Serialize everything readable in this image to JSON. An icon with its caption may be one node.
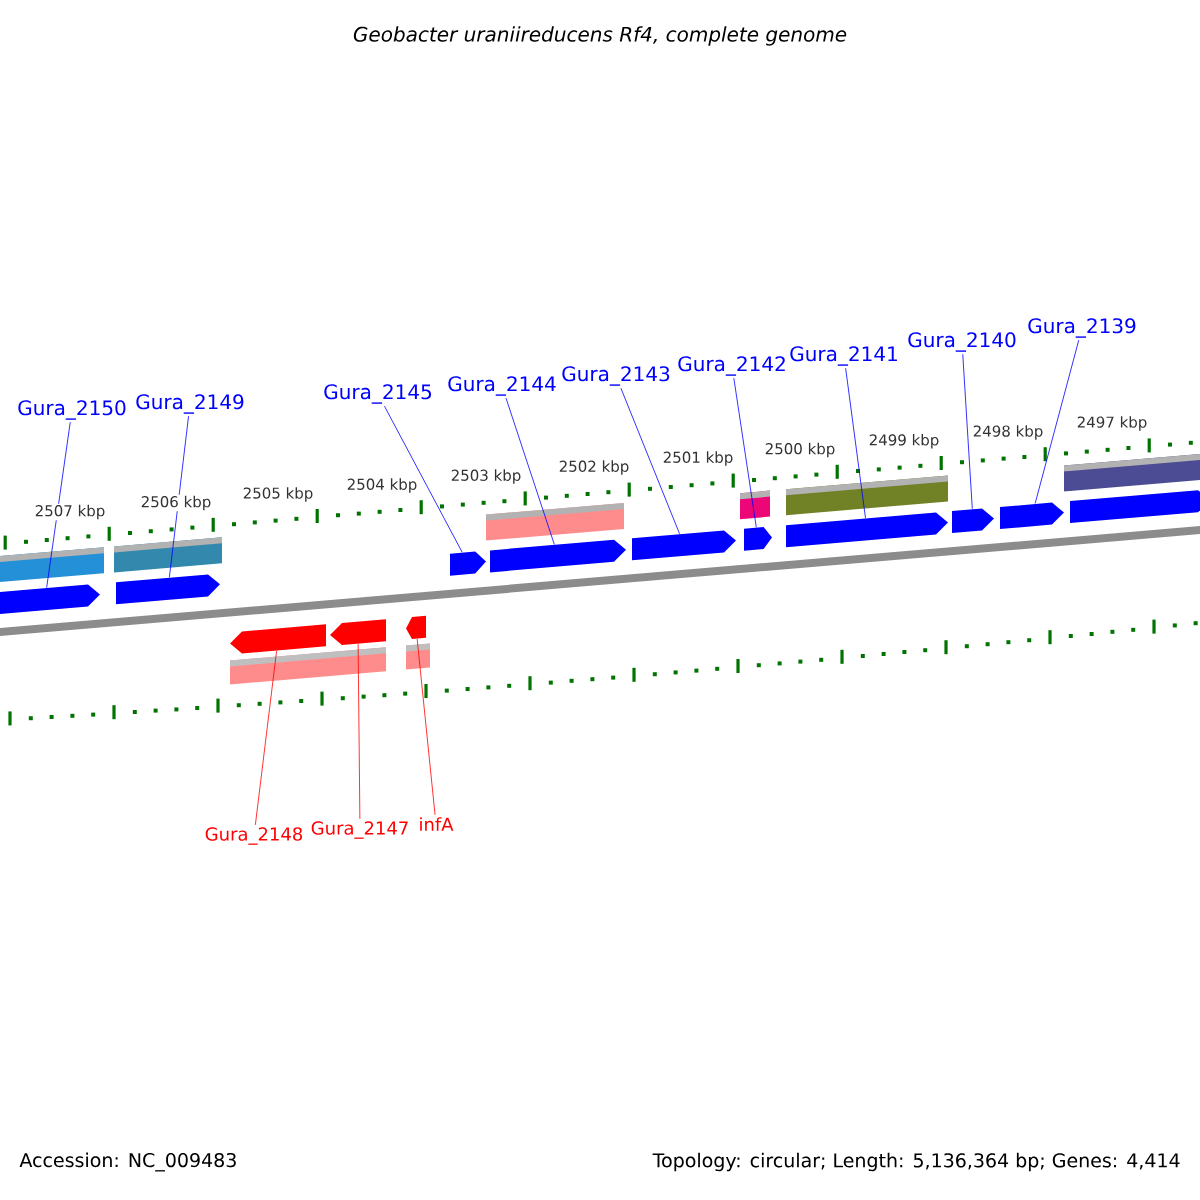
{
  "diagram": {
    "title": "Geobacter uraniireducens Rf4, complete genome",
    "nodes": [
      {
        "text": [
          "Gura_2150"
        ]
      },
      {
        "text": [
          "Gura_2149"
        ]
      },
      {
        "text": [
          "Gura_2145"
        ]
      },
      {
        "text": [
          "Gura_2144"
        ]
      },
      {
        "text": [
          "Gura_2143"
        ]
      },
      {
        "text": [
          "Gura_2142"
        ]
      },
      {
        "text": [
          "Gura_2141"
        ]
      },
      {
        "text": [
          "Gura_2140"
        ]
      },
      {
        "text": [
          "Gura_2139"
        ]
      },
      {
        "text": [
          "Gura_2148"
        ]
      },
      {
        "text": [
          "Gura_2147"
        ]
      },
      {
        "text": [
          "infA"
        ]
      },
      {
        "text": [],
        "shape": "pentagon"
      },
      {
        "text": [],
        "shape": "pentagon"
      },
      {
        "text": [],
        "shape": "pentagon"
      },
      {
        "text": [],
        "shape": "pentagon"
      },
      {
        "text": [],
        "shape": "pentagon"
      },
      {
        "text": [],
        "shape": "pentagon"
      },
      {
        "text": [],
        "shape": "pentagon"
      },
      {
        "text": [],
        "shape": "pentagon"
      },
      {
        "text": [],
        "shape": "pentagon"
      },
      {
        "text": [],
        "shape": "pentagon"
      },
      {
        "text": [],
        "shape": "pentagon"
      },
      {
        "text": [],
        "shape": "pentagon"
      },
      {
        "text": [],
        "shape": "pentagon"
      }
    ],
    "edges": [
      {
        "from": 0,
        "to": 12,
        "arrow": "none"
      },
      {
        "from": 1,
        "to": 13,
        "arrow": "none"
      },
      {
        "from": 2,
        "to": 14,
        "arrow": "none"
      },
      {
        "from": 3,
        "to": 15,
        "arrow": "none"
      },
      {
        "from": 4,
        "to": 16,
        "arrow": "none"
      },
      {
        "from": 5,
        "to": 17,
        "arrow": "none"
      },
      {
        "from": 6,
        "to": 18,
        "arrow": "none"
      },
      {
        "from": 7,
        "to": 19,
        "arrow": "none"
      },
      {
        "from": 8,
        "to": 20,
        "arrow": "none"
      },
      {
        "from": 9,
        "to": 22,
        "arrow": "none",
        "color": "#ff0000"
      },
      {
        "from": 10,
        "to": 23,
        "arrow": "none",
        "color": "#ff0000"
      },
      {
        "from": 11,
        "to": 24,
        "arrow": "none",
        "color": "#ff0000"
      }
    ],
    "labels": [
      "2497 kbp",
      "2498 kbp",
      "2499 kbp",
      "2500 kbp",
      "2501 kbp",
      "2502 kbp",
      "2503 kbp",
      "2504 kbp",
      "2505 kbp",
      "2506 kbp",
      "2507 kbp",
      "Accession: NC_009483",
      "Topology: circular; Length: 5,136,364 bp; Genes: 4,414"
    ]
  }
}
